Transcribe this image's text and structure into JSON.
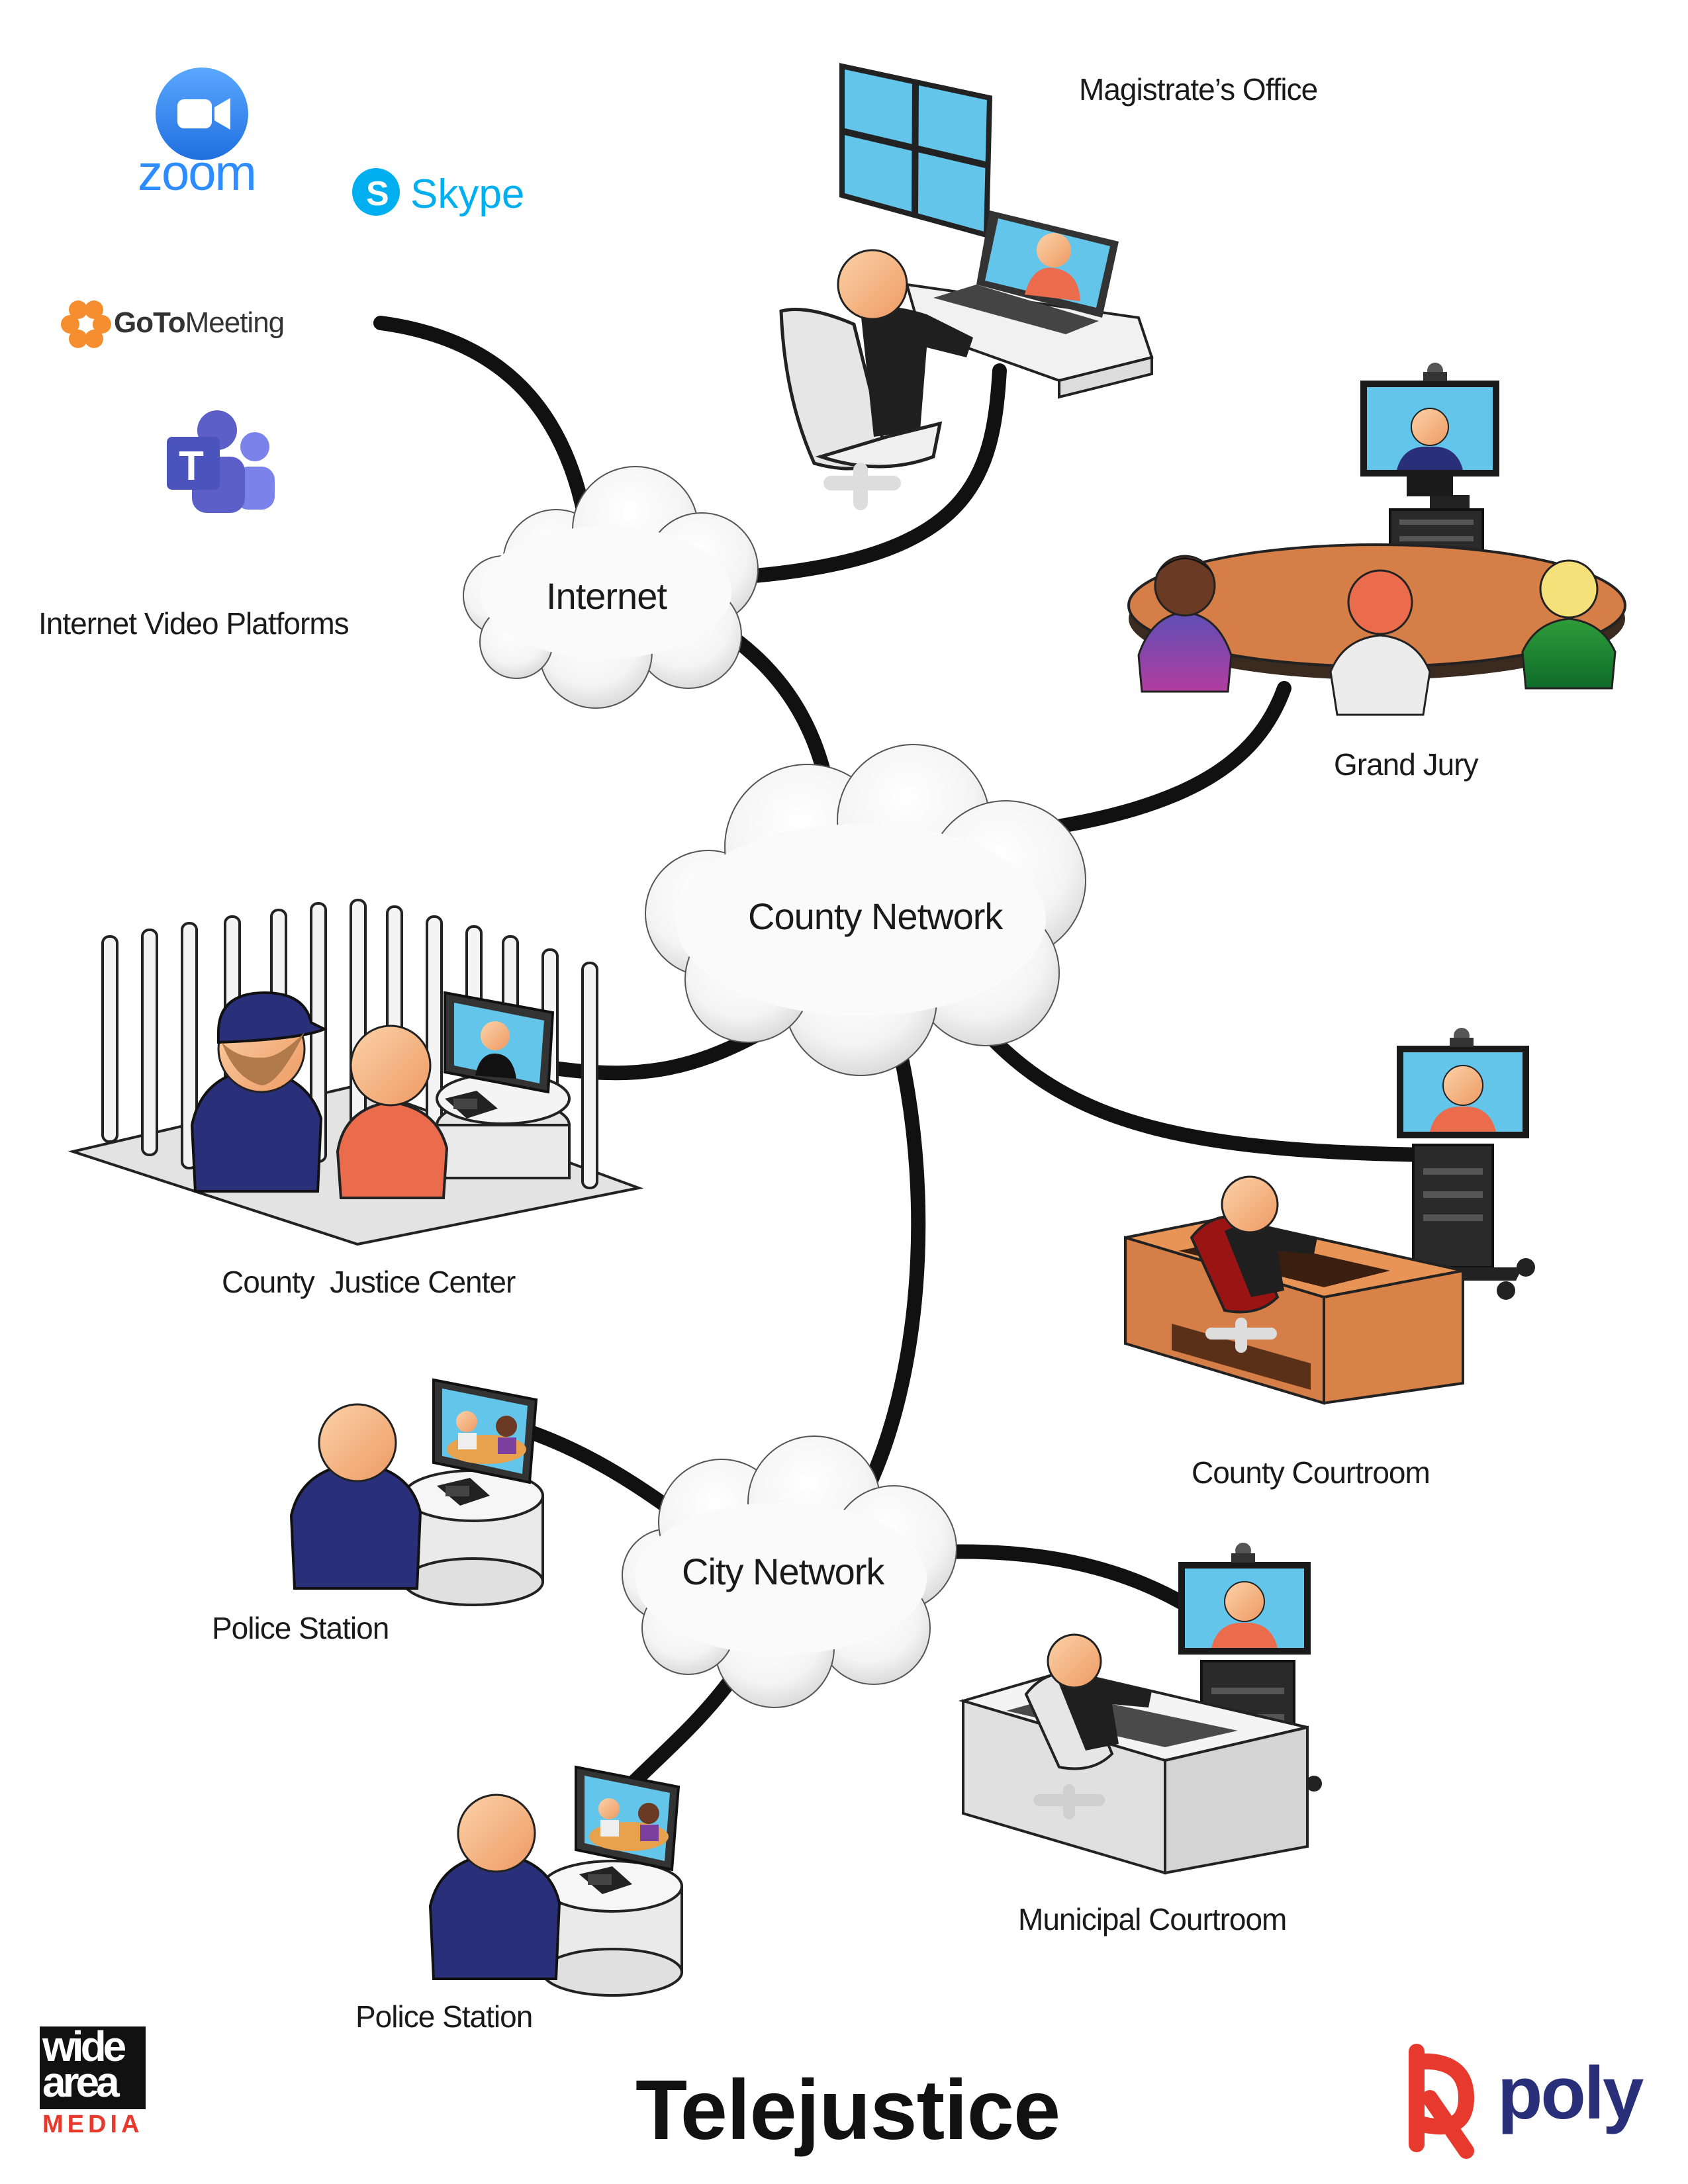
{
  "title": "Telejustice",
  "clouds": {
    "internet": "Internet",
    "county": "County Network",
    "city": "City Network"
  },
  "sites": {
    "platforms": "Internet Video Platforms",
    "magistrate": "Magistrate’s Office",
    "grand_jury": "Grand Jury",
    "justice_center": "County  Justice Center",
    "county_courtroom": "County Courtroom",
    "police_1": "Police Station",
    "municipal_courtroom": "Municipal Courtroom",
    "police_2": "Police Station"
  },
  "platforms": {
    "zoom": "zoom",
    "skype": "Skype",
    "gotomeeting_bold": "GoTo",
    "gotomeeting_rest": "Meeting"
  },
  "logos": {
    "poly": "poly",
    "wide_area": [
      "wide",
      "area",
      "MEDIA"
    ]
  },
  "colors": {
    "zoom_blue": "#2D8CFF",
    "skype_blue": "#00AFF0",
    "teams_purple": "#5B5FC7",
    "gotomeeting_orange": "#F68D2E",
    "poly_red": "#E8392E",
    "screen_blue": "#63C5EA",
    "skin": "#F7B988",
    "navy_shirt": "#2A2F7A",
    "orange_shirt": "#EB6B4D",
    "wood": "#D57E48",
    "network_line": "#111111"
  }
}
